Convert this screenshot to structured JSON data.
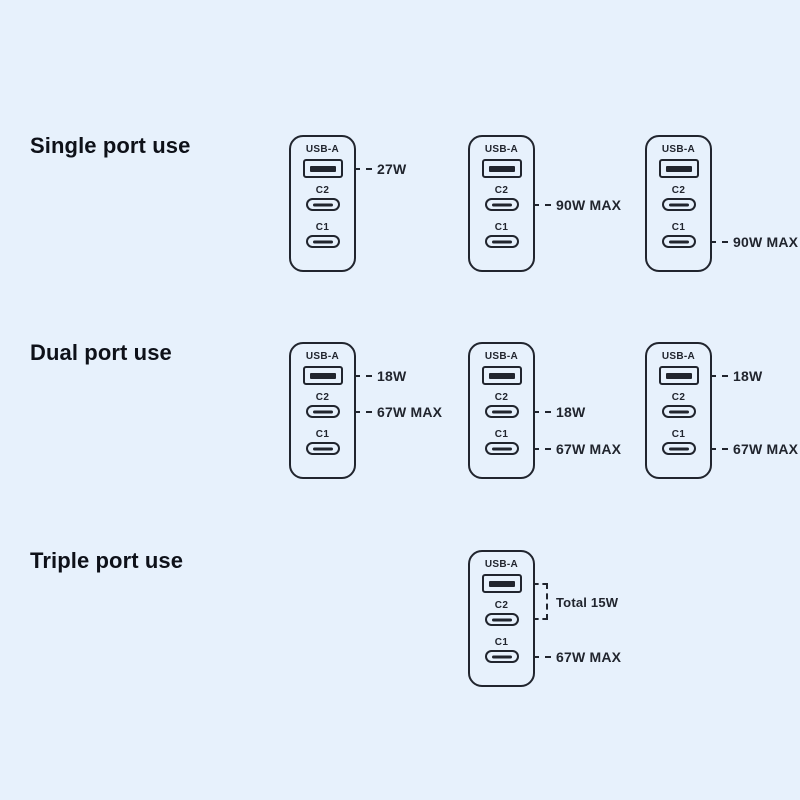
{
  "colors": {
    "background": "#E7F1FC",
    "ink": "#21252E",
    "heading": "#0E1119"
  },
  "port_labels": {
    "usb_a": "USB-A",
    "c2": "C2",
    "c1": "C1"
  },
  "sections": [
    {
      "title": "Single port use",
      "chargers": [
        {
          "callouts": {
            "usb_a": "27W"
          }
        },
        {
          "callouts": {
            "c2": "90W MAX"
          }
        },
        {
          "callouts": {
            "c1": "90W MAX"
          }
        }
      ]
    },
    {
      "title": "Dual port use",
      "chargers": [
        {
          "callouts": {
            "usb_a": "18W",
            "c2": "67W MAX"
          }
        },
        {
          "callouts": {
            "c2": "18W",
            "c1": "67W MAX"
          }
        },
        {
          "callouts": {
            "usb_a": "18W",
            "c1": "67W MAX"
          }
        }
      ]
    },
    {
      "title": "Triple port use",
      "chargers": [
        {
          "callouts": {
            "usb_a_c2_total": "Total 15W",
            "c1": "67W MAX"
          }
        }
      ]
    }
  ]
}
